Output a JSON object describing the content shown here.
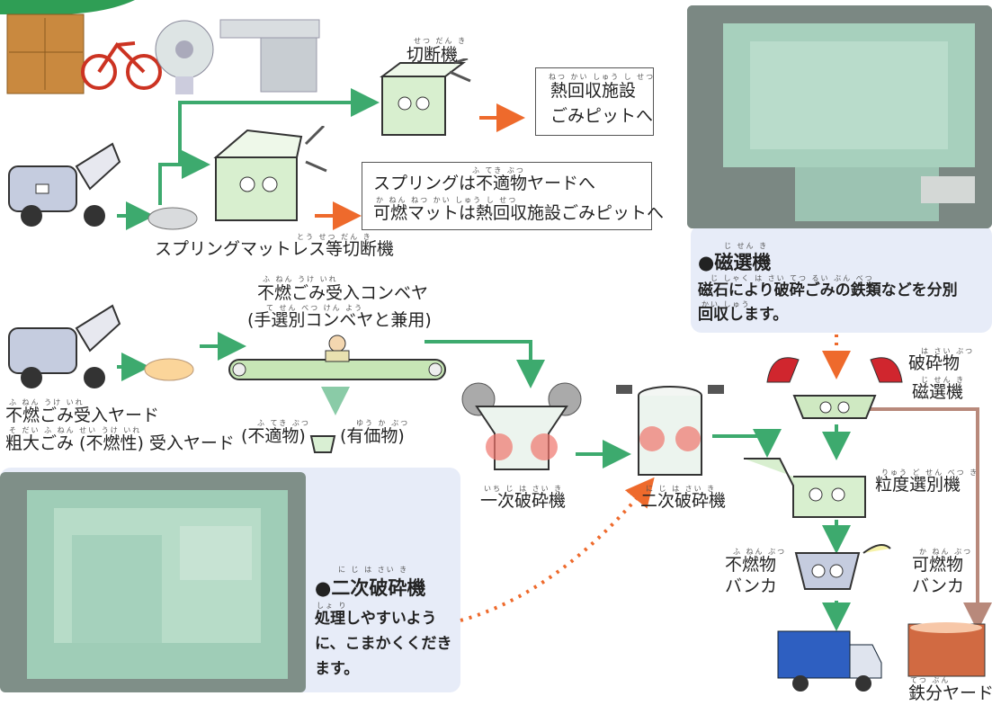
{
  "cutter": {
    "ruby": "せつ だん き",
    "label": "切断機",
    "dest_ruby": "ねつ かい しゅう し せつ",
    "dest_line1": "熱回収施設",
    "dest_line2": "ごみピットへ"
  },
  "spring_cutter": {
    "ruby": "とう せつ だん き",
    "label": "スプリングマットレス等切断機",
    "dest_ruby1": "ふ てき ぶつ",
    "dest_line1": "スプリングは不適物ヤードへ",
    "dest_ruby2": "か ねん    ねつ かい しゅう し せつ",
    "dest_line2": "可燃マットは熱回収施設ごみピットへ"
  },
  "conveyor": {
    "ruby1": "ふ ねん    うけ いれ",
    "line1": "不燃ごみ受入コンベヤ",
    "ruby2": "て せん べつ           けん よう",
    "line2": "(手選別コンベヤと兼用)"
  },
  "yard": {
    "ruby1": "ふ ねん    うけ いれ",
    "line1": "不燃ごみ受入ヤード",
    "ruby2": "そ だい    ふ ねん せい  うけ いれ",
    "line2": "粗大ごみ (不燃性) 受入ヤード"
  },
  "sorting": {
    "unsuitable_ruby": "ふ てき ぶつ",
    "unsuitable": "(不適物)",
    "valuable_ruby": "ゆう か ぶつ",
    "valuable": "(有価物)"
  },
  "primary_crusher": {
    "ruby": "いち じ は さい き",
    "label": "一次破砕機"
  },
  "secondary_crusher": {
    "ruby": "に じ は さい き",
    "label": "二次破砕機"
  },
  "magnetic_panel": {
    "title_ruby": "じ せん き",
    "title": "●磁選機",
    "text_ruby": "じ しゃく        は さい         てつ るい          ぶん べつ",
    "line1": "磁石により破砕ごみの鉄類などを分別",
    "ruby2": "かい しゅう",
    "line2": "回収します。"
  },
  "crushed_magnet": {
    "ruby1": "は さい ぶつ",
    "line1": "破砕物",
    "ruby2": "じ せん き",
    "line2": "磁選機"
  },
  "grain_sorter": {
    "ruby": "りゅう ど せん べつ き",
    "label": "粒度選別機"
  },
  "noncombustible_bunker": {
    "ruby": "ふ ねん ぶつ",
    "line1": "不燃物",
    "line2": "バンカ"
  },
  "combustible_bunker": {
    "ruby": "か ねん ぶつ",
    "line1": "可燃物",
    "line2": "バンカ"
  },
  "secondary_panel": {
    "title_ruby": "に じ は さい き",
    "title": "●二次破砕機",
    "text_ruby": "しょ り",
    "line1": "処理しやすいよう",
    "line2": "に、こまかくくだき",
    "line3": "ます。"
  },
  "iron_yard": {
    "ruby": "てつ ぶん",
    "label": "鉄分ヤード"
  },
  "colors": {
    "flow_green": "#3daa6e",
    "flow_orange": "#ee6a2c",
    "flow_brown": "#b8897b",
    "panel_bg": "#e7ecf8",
    "machine_green": "#bfe6c4",
    "hot_red": "#f0756c"
  }
}
